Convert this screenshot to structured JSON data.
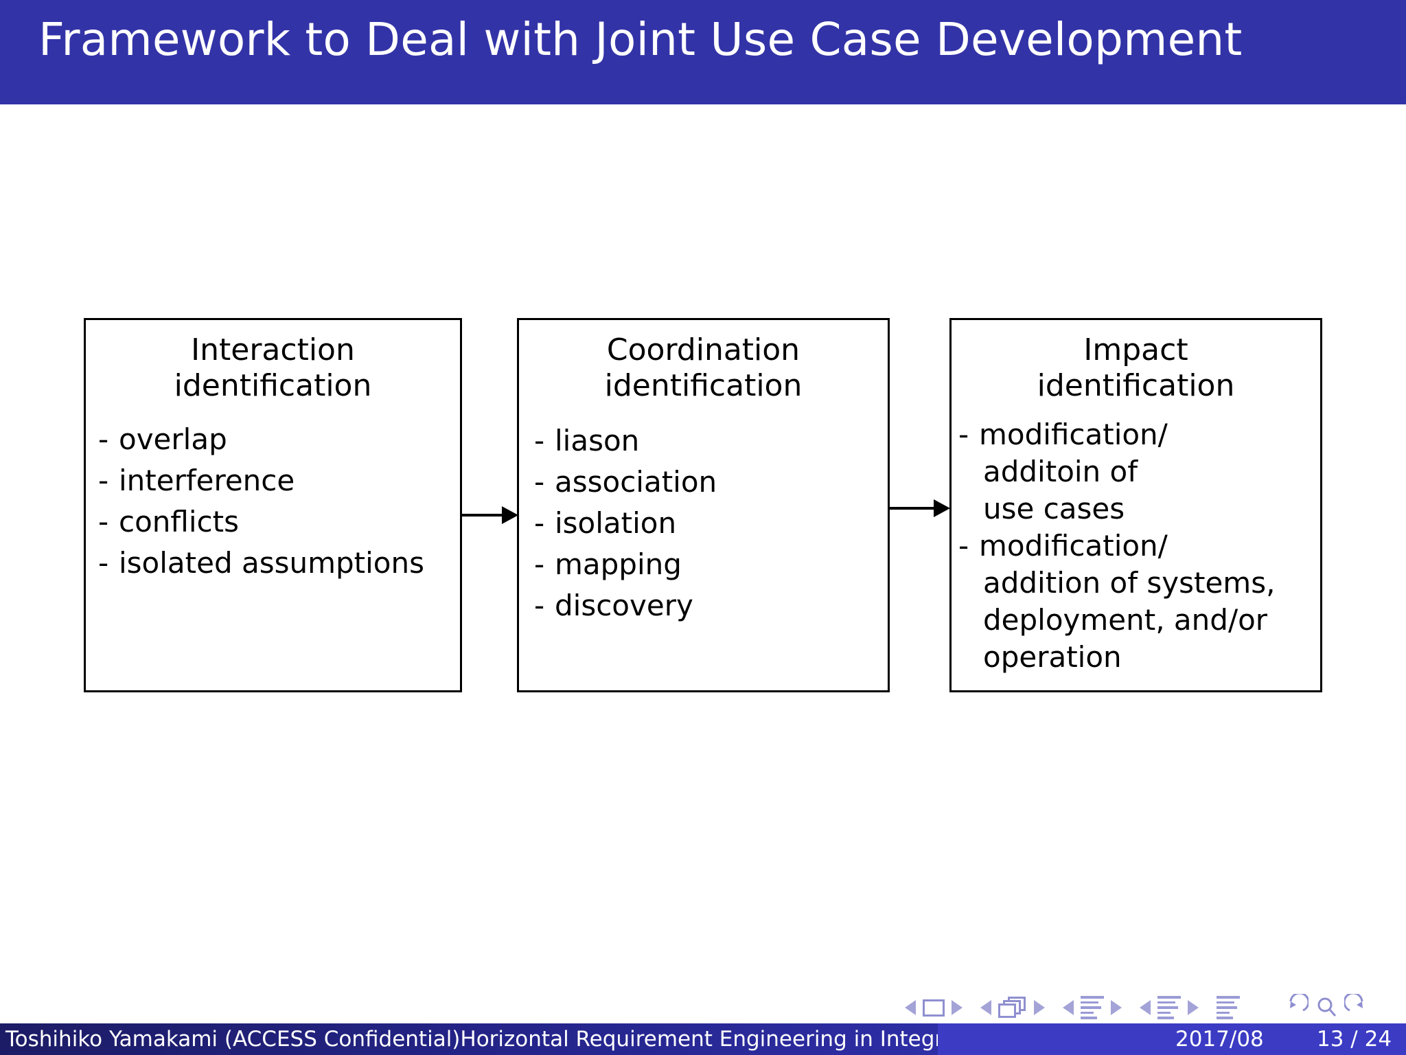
{
  "slide": {
    "title": "Framework to Deal with Joint Use Case Development",
    "header_color": "#3333a8",
    "background_color": "#ffffff"
  },
  "diagram": {
    "type": "flow",
    "boxes": [
      {
        "id": "interaction",
        "title_line1": "Interaction",
        "title_line2": "identification",
        "items": [
          "overlap",
          "interference",
          "conflicts",
          "isolated assumptions"
        ]
      },
      {
        "id": "coordination",
        "title_line1": "Coordination",
        "title_line2": "identification",
        "items": [
          "liason",
          "association",
          "isolation",
          "mapping",
          "discovery"
        ]
      },
      {
        "id": "impact",
        "title_line1": "Impact",
        "title_line2": "identification",
        "items": [
          {
            "first": "modification/",
            "rest": [
              "additoin of",
              "use cases"
            ]
          },
          {
            "first": "modification/",
            "rest": [
              "addition of systems,",
              "deployment, and/or",
              "operation"
            ]
          }
        ]
      }
    ],
    "bullet_marker": "-",
    "arrows": [
      {
        "from": "interaction",
        "to": "coordination"
      },
      {
        "from": "coordination",
        "to": "impact"
      }
    ]
  },
  "navigation": {
    "icons": [
      "previous-slide-icon",
      "slide-icon",
      "next-slide-icon",
      "previous-frame-icon",
      "frames-icon",
      "next-frame-icon",
      "previous-subsection-icon",
      "subsection-icon",
      "next-subsection-icon",
      "previous-section-icon",
      "section-icon",
      "next-section-icon",
      "document-icon",
      "back-icon",
      "search-icon",
      "forward-icon"
    ],
    "color": "#8f8fd0"
  },
  "footer": {
    "author_and_title": "Toshihiko Yamakami  (ACCESS Confidential)Horizontal Requirement Engineering in Integrated Systems",
    "date": "2017/08",
    "page_current": "13",
    "page_separator": "/",
    "page_total": "24",
    "pages_label": "13 / 24",
    "bar_color": "#3b3bc4",
    "bar_dark_color": "#1c1c66"
  }
}
